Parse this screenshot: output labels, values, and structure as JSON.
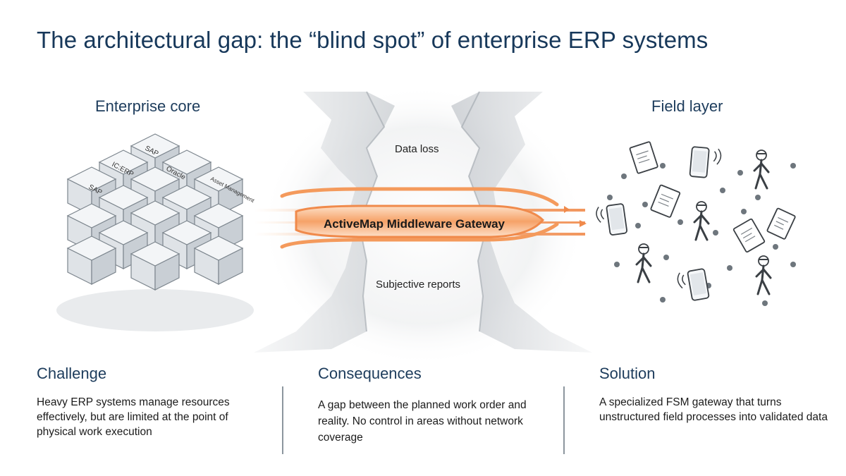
{
  "title": "The architectural gap: the “blind spot” of enterprise ERP systems",
  "columns": {
    "left_heading": "Enterprise core",
    "right_heading": "Field layer"
  },
  "gap": {
    "top_label": "Data loss",
    "bottom_label": "Subjective reports",
    "gateway_label": "ActiveMap Middleware Gateway"
  },
  "cube_labels": [
    "SAP",
    "IC:ERP",
    "SAP",
    "Oracle",
    "Asset Management"
  ],
  "sections": [
    {
      "title": "Challenge",
      "text": "Heavy ERP systems manage resources effectively, but are limited at the point of physical work execution"
    },
    {
      "title": "Consequences",
      "text": "A gap between the planned work order and reality. No control in areas without network coverage"
    },
    {
      "title": "Solution",
      "text": "A specialized FSM gateway that turns unstructured field processes into validated data"
    }
  ],
  "colors": {
    "title": "#17385a",
    "gateway_accent": "#f08a4b",
    "cube_face": "#e8ecf0"
  }
}
